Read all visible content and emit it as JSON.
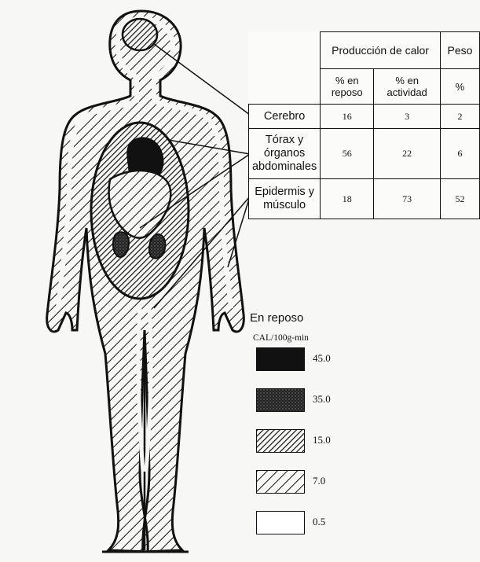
{
  "table": {
    "group_header": "Producción de calor",
    "peso_header": "Peso",
    "sub_headers": [
      "% en reposo",
      "% en actividad",
      "%"
    ],
    "rows": [
      {
        "label": "Cerebro",
        "reposo": "16",
        "actividad": "3",
        "peso": "2"
      },
      {
        "label": "Tórax y órganos abdominales",
        "reposo": "56",
        "actividad": "22",
        "peso": "6"
      },
      {
        "label": "Epidermis y músculo",
        "reposo": "18",
        "actividad": "73",
        "peso": "52"
      }
    ]
  },
  "legend": {
    "title": "En reposo",
    "units": "CAL/100g-min",
    "items": [
      {
        "value": "45.0",
        "pattern": "solid-black"
      },
      {
        "value": "35.0",
        "pattern": "dense-stipple"
      },
      {
        "value": "15.0",
        "pattern": "dense-hatch"
      },
      {
        "value": "7.0",
        "pattern": "sparse-hatch"
      },
      {
        "value": "0.5",
        "pattern": "blank"
      }
    ]
  },
  "colors": {
    "ink": "#111111",
    "paper": "#f7f7f5"
  }
}
